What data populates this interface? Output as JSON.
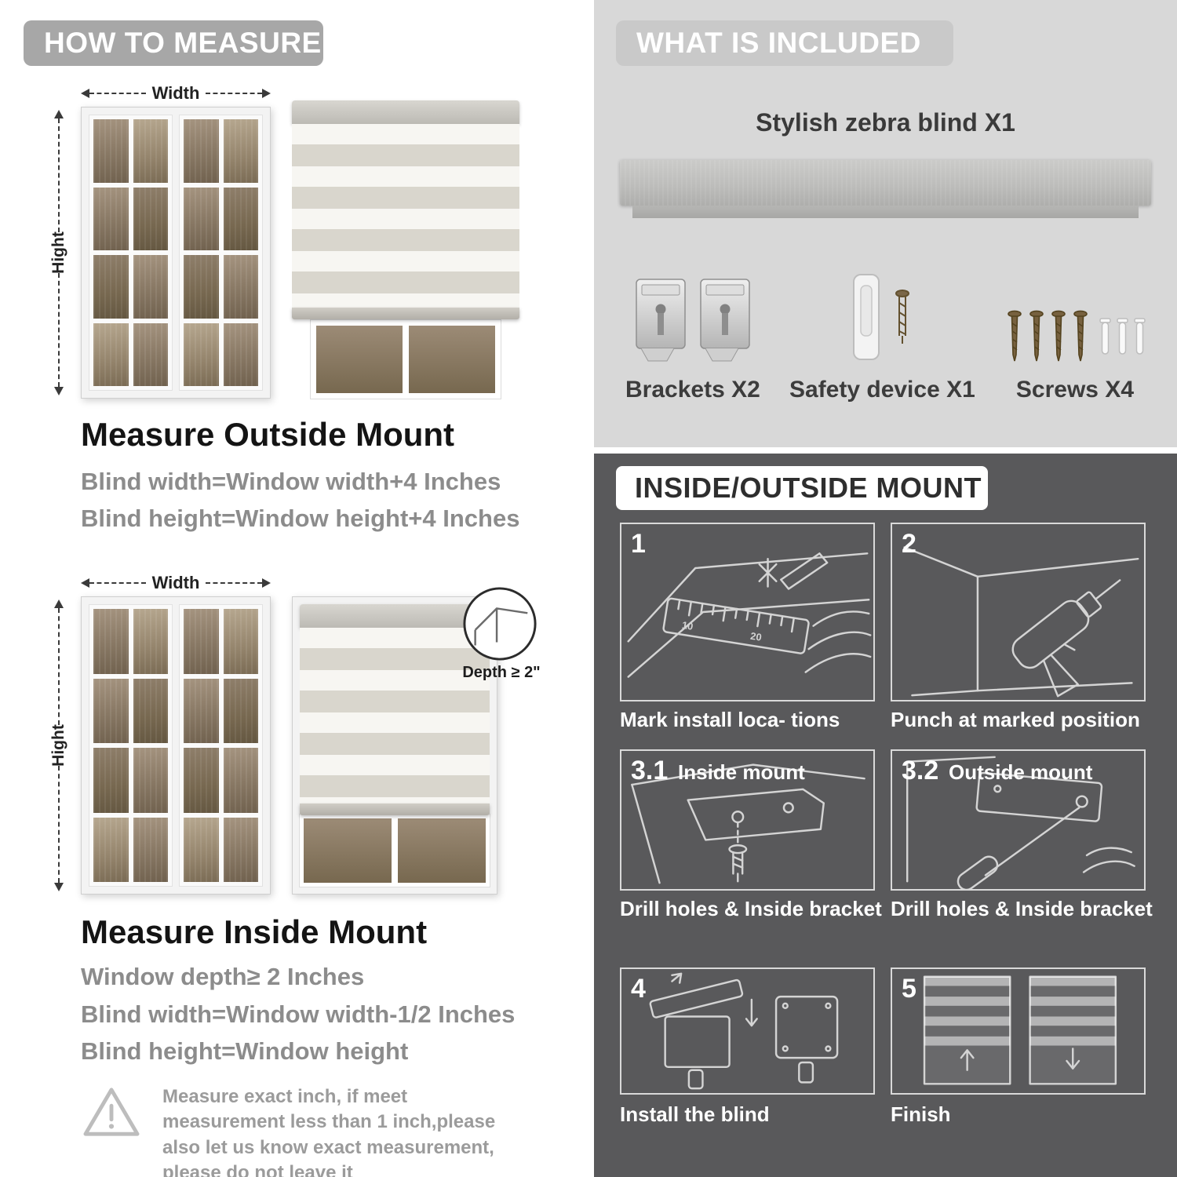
{
  "colors": {
    "left_pill": "#a7a7a7",
    "included_bg": "#d8d8d8",
    "mount_bg": "#59595b"
  },
  "how_to_measure": {
    "header": "HOW TO MEASURE",
    "outside_mount": {
      "width_label": "Width",
      "height_label": "Hight",
      "heading": "Measure Outside Mount",
      "rule1": "Blind width=Window width+4 Inches",
      "rule2": "Blind height=Window height+4 Inches"
    },
    "inside_mount": {
      "width_label": "Width",
      "height_label": "Hight",
      "depth_label": "Depth ≥ 2\"",
      "heading": "Measure Inside Mount",
      "rule1": "Window depth≥ 2 Inches",
      "rule2": "Blind width=Window width-1/2 Inches",
      "rule3": "Blind height=Window height"
    },
    "note": "Measure exact inch, if meet measurement less than 1 inch,please also let us know exact measurement, please do not leave it"
  },
  "what_is_included": {
    "header": "WHAT IS INCLUDED",
    "blind_label": "Stylish zebra blind X1",
    "items": [
      {
        "label": "Brackets X2"
      },
      {
        "label": "Safety device X1"
      },
      {
        "label": "Screws X4"
      }
    ]
  },
  "mount_guide": {
    "header": "INSIDE/OUTSIDE MOUNT",
    "steps": [
      {
        "num": "1",
        "title": "",
        "caption": "Mark install loca- tions",
        "ruler_marks": [
          "10",
          "20"
        ]
      },
      {
        "num": "2",
        "title": "",
        "caption": "Punch at  marked position"
      },
      {
        "num": "3.1",
        "title": "Inside mount",
        "caption": "Drill holes &  Inside bracket"
      },
      {
        "num": "3.2",
        "title": "Outside mount",
        "caption": "Drill holes &  Inside bracket"
      },
      {
        "num": "4",
        "title": "",
        "caption": "Install the blind"
      },
      {
        "num": "5",
        "title": "",
        "caption": "Finish"
      }
    ]
  }
}
